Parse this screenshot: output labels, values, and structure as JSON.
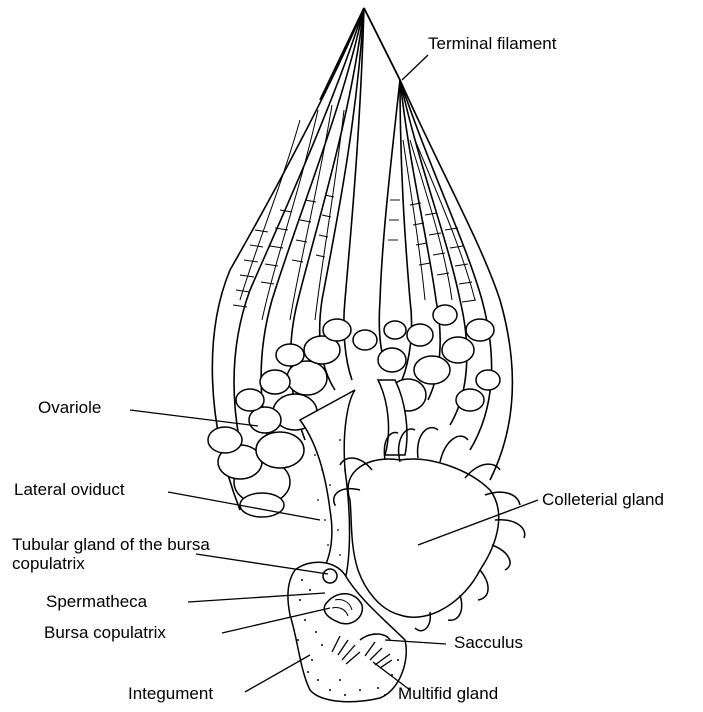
{
  "figure": {
    "labels": {
      "terminal_filament": "Terminal filament",
      "ovariole": "Ovariole",
      "lateral_oviduct": "Lateral oviduct",
      "colleterial_gland": "Colleterial gland",
      "tubular_gland": "Tubular gland of the bursa copulatrix",
      "spermatheca": "Spermatheca",
      "bursa_copulatrix": "Bursa copulatrix",
      "sacculus": "Sacculus",
      "integument": "Integument",
      "multifid_gland": "Multifid gland"
    },
    "colors": {
      "ink": "#000000",
      "paper": "#ffffff"
    }
  }
}
